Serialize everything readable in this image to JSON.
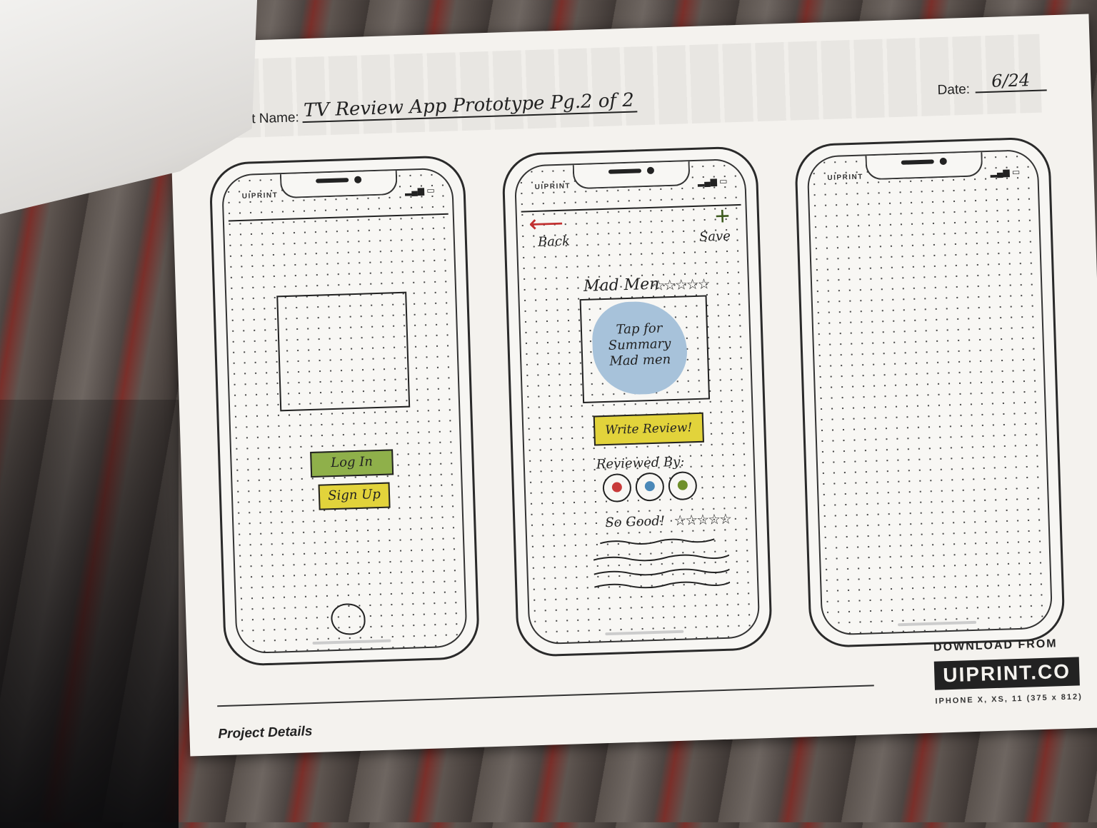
{
  "header": {
    "project_label": "Project Name:",
    "project_value": "TV Review App Prototype   Pg.2 of 2",
    "date_label": "Date:",
    "date_value": "6/24"
  },
  "phone_brand": "UIPRINT",
  "phone1": {
    "login_label": "Log In",
    "signup_label": "Sign Up"
  },
  "phone2": {
    "back_label": "Back",
    "save_label": "Save",
    "show_title": "Mad Men",
    "show_stars": "☆☆☆☆☆",
    "summary_text": "Tap for Summary Mad men",
    "write_review_label": "Write Review!",
    "reviewed_by_label": "Reviewed By:",
    "review_text": "So Good!",
    "review_stars": "☆☆☆☆☆",
    "avatar_colors": [
      "#c83a3a",
      "#4a88b8",
      "#6e8f2a"
    ]
  },
  "footer": {
    "project_details": "Project Details",
    "download_from": "DOWNLOAD FROM",
    "logo": "UIPRINT.CO",
    "device": "IPHONE X, XS, 11 (375 x 812)"
  }
}
